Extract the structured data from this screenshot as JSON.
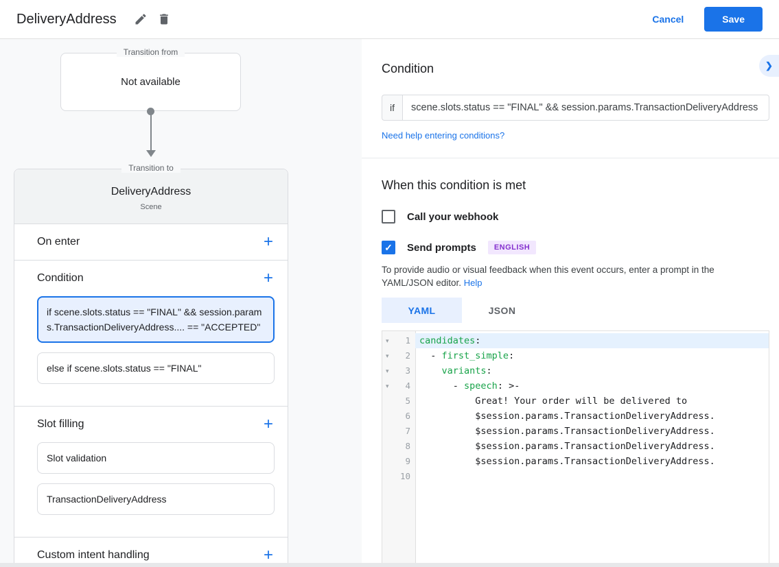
{
  "header": {
    "title": "DeliveryAddress",
    "cancel_label": "Cancel",
    "save_label": "Save"
  },
  "colors": {
    "accent_blue": "#1a73e8",
    "selected_card_bg": "#e8f0fe",
    "badge_purple_text": "#8430ce",
    "badge_purple_bg": "#f2e7fe",
    "code_key_green": "#18a349"
  },
  "flow": {
    "transition_from": {
      "legend": "Transition from",
      "value": "Not available"
    },
    "transition_to": {
      "legend": "Transition to",
      "title": "DeliveryAddress",
      "subtitle": "Scene"
    },
    "sections": {
      "on_enter": "On enter",
      "condition": "Condition",
      "slot_filling": "Slot filling",
      "custom_intent": "Custom intent handling"
    },
    "condition_cards": [
      {
        "text": "if scene.slots.status == \"FINAL\" && session.params.TransactionDeliveryAddress.... == \"ACCEPTED\"",
        "selected": true
      },
      {
        "text": "else if scene.slots.status == \"FINAL\"",
        "selected": false
      }
    ],
    "slot_cards": [
      "Slot validation",
      "TransactionDeliveryAddress"
    ]
  },
  "detail": {
    "condition_title": "Condition",
    "if_label": "if",
    "if_value": "scene.slots.status == \"FINAL\" && session.params.TransactionDeliveryAddress",
    "help_link": "Need help entering conditions?",
    "when_title": "When this condition is met",
    "webhook_label": "Call your webhook",
    "prompts_label": "Send prompts",
    "language_badge": "ENGLISH",
    "helper_text": "To provide audio or visual feedback when this event occurs, enter a prompt in the YAML/JSON editor. ",
    "help_label": "Help",
    "tabs": [
      {
        "label": "YAML",
        "active": true
      },
      {
        "label": "JSON",
        "active": false
      }
    ],
    "editor": {
      "lines": [
        {
          "n": 1,
          "fold": true,
          "hl": true,
          "segments": [
            {
              "t": "candidates",
              "s": "key"
            },
            {
              "t": ":",
              "s": "p"
            }
          ]
        },
        {
          "n": 2,
          "fold": true,
          "segments": [
            {
              "t": "  - ",
              "s": "p"
            },
            {
              "t": "first_simple",
              "s": "key"
            },
            {
              "t": ":",
              "s": "p"
            }
          ]
        },
        {
          "n": 3,
          "fold": true,
          "segments": [
            {
              "t": "    ",
              "s": "p"
            },
            {
              "t": "variants",
              "s": "key"
            },
            {
              "t": ":",
              "s": "p"
            }
          ]
        },
        {
          "n": 4,
          "fold": true,
          "segments": [
            {
              "t": "      - ",
              "s": "p"
            },
            {
              "t": "speech",
              "s": "key"
            },
            {
              "t": ": >-",
              "s": "p"
            }
          ]
        },
        {
          "n": 5,
          "segments": [
            {
              "t": "          Great! Your order will be delivered to",
              "s": "p"
            }
          ]
        },
        {
          "n": 6,
          "segments": [
            {
              "t": "          $session.params.TransactionDeliveryAddress.",
              "s": "p"
            }
          ]
        },
        {
          "n": 7,
          "segments": [
            {
              "t": "          $session.params.TransactionDeliveryAddress.",
              "s": "p"
            }
          ]
        },
        {
          "n": 8,
          "segments": [
            {
              "t": "          $session.params.TransactionDeliveryAddress.",
              "s": "p"
            }
          ]
        },
        {
          "n": 9,
          "segments": [
            {
              "t": "          $session.params.TransactionDeliveryAddress.",
              "s": "p"
            }
          ]
        },
        {
          "n": 10,
          "segments": []
        }
      ]
    }
  }
}
